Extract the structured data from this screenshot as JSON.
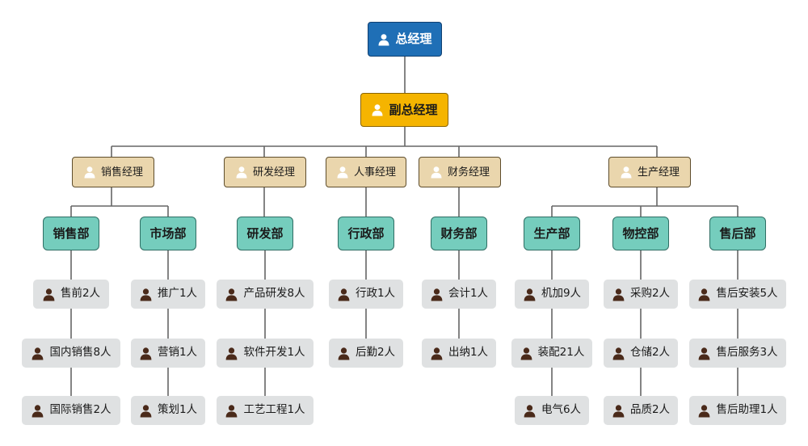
{
  "top": {
    "label": "总经理"
  },
  "vice": {
    "label": "副总经理"
  },
  "managers": [
    {
      "label": "销售经理"
    },
    {
      "label": "研发经理"
    },
    {
      "label": "人事经理"
    },
    {
      "label": "财务经理"
    },
    {
      "label": "生产经理"
    }
  ],
  "departments": [
    {
      "label": "销售部",
      "staff": [
        "售前2人",
        "国内销售8人",
        "国际销售2人"
      ]
    },
    {
      "label": "市场部",
      "staff": [
        "推广1人",
        "营销1人",
        "策划1人"
      ]
    },
    {
      "label": "研发部",
      "staff": [
        "产品研发8人",
        "软件开发1人",
        "工艺工程1人"
      ]
    },
    {
      "label": "行政部",
      "staff": [
        "行政1人",
        "后勤2人"
      ]
    },
    {
      "label": "财务部",
      "staff": [
        "会计1人",
        "出纳1人"
      ]
    },
    {
      "label": "生产部",
      "staff": [
        "机加9人",
        "装配21人",
        "电气6人"
      ]
    },
    {
      "label": "物控部",
      "staff": [
        "采购2人",
        "仓储2人",
        "品质2人"
      ]
    },
    {
      "label": "售后部",
      "staff": [
        "售后安装5人",
        "售后服务3人",
        "售后助理1人"
      ]
    }
  ],
  "icons": {
    "person_light": "person-icon",
    "person_dark": "person-icon"
  },
  "colors": {
    "top": "#1f6fb6",
    "vice": "#f5b400",
    "manager": "#ead6ad",
    "department": "#75cdbd",
    "staff": "#dfe1e2",
    "line": "#666666"
  }
}
